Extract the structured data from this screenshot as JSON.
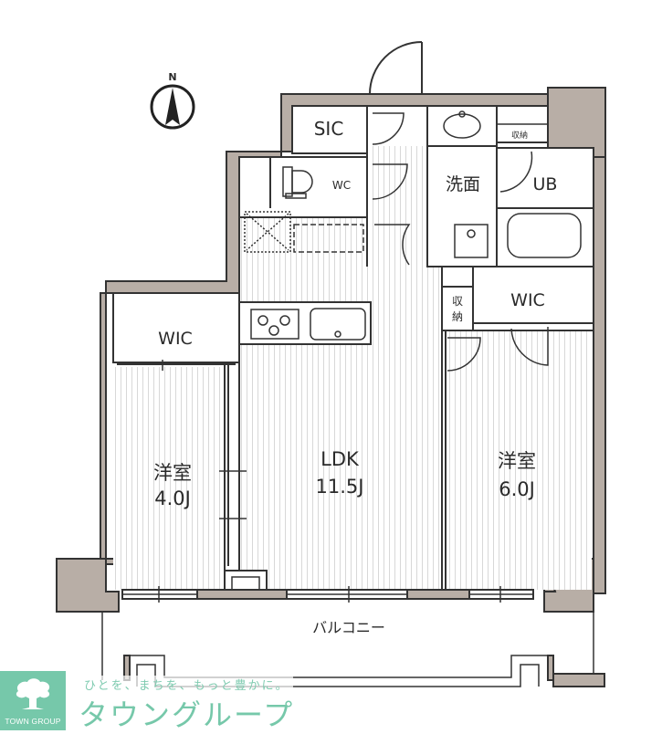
{
  "compass": {
    "label": "N"
  },
  "rooms": {
    "sic": "SIC",
    "wc": "WC",
    "washroom": "洗面",
    "ub": "UB",
    "storage_top": "収納",
    "storage_mid": "収納",
    "wic_right": "WIC",
    "wic_left": "WIC",
    "western_left": {
      "name": "洋室",
      "size": "4.0J"
    },
    "ldk": {
      "name": "LDK",
      "size": "11.5J"
    },
    "western_right": {
      "name": "洋室",
      "size": "6.0J"
    },
    "balcony": "バルコニー"
  },
  "colors": {
    "wall": "#b8aea6",
    "line": "#333333",
    "brand": "#76c8aa"
  },
  "brand": {
    "logo_text": "TOWN GROUP",
    "slogan": "ひとを、まちを、もっと豊かに。",
    "name": "タウングループ"
  }
}
